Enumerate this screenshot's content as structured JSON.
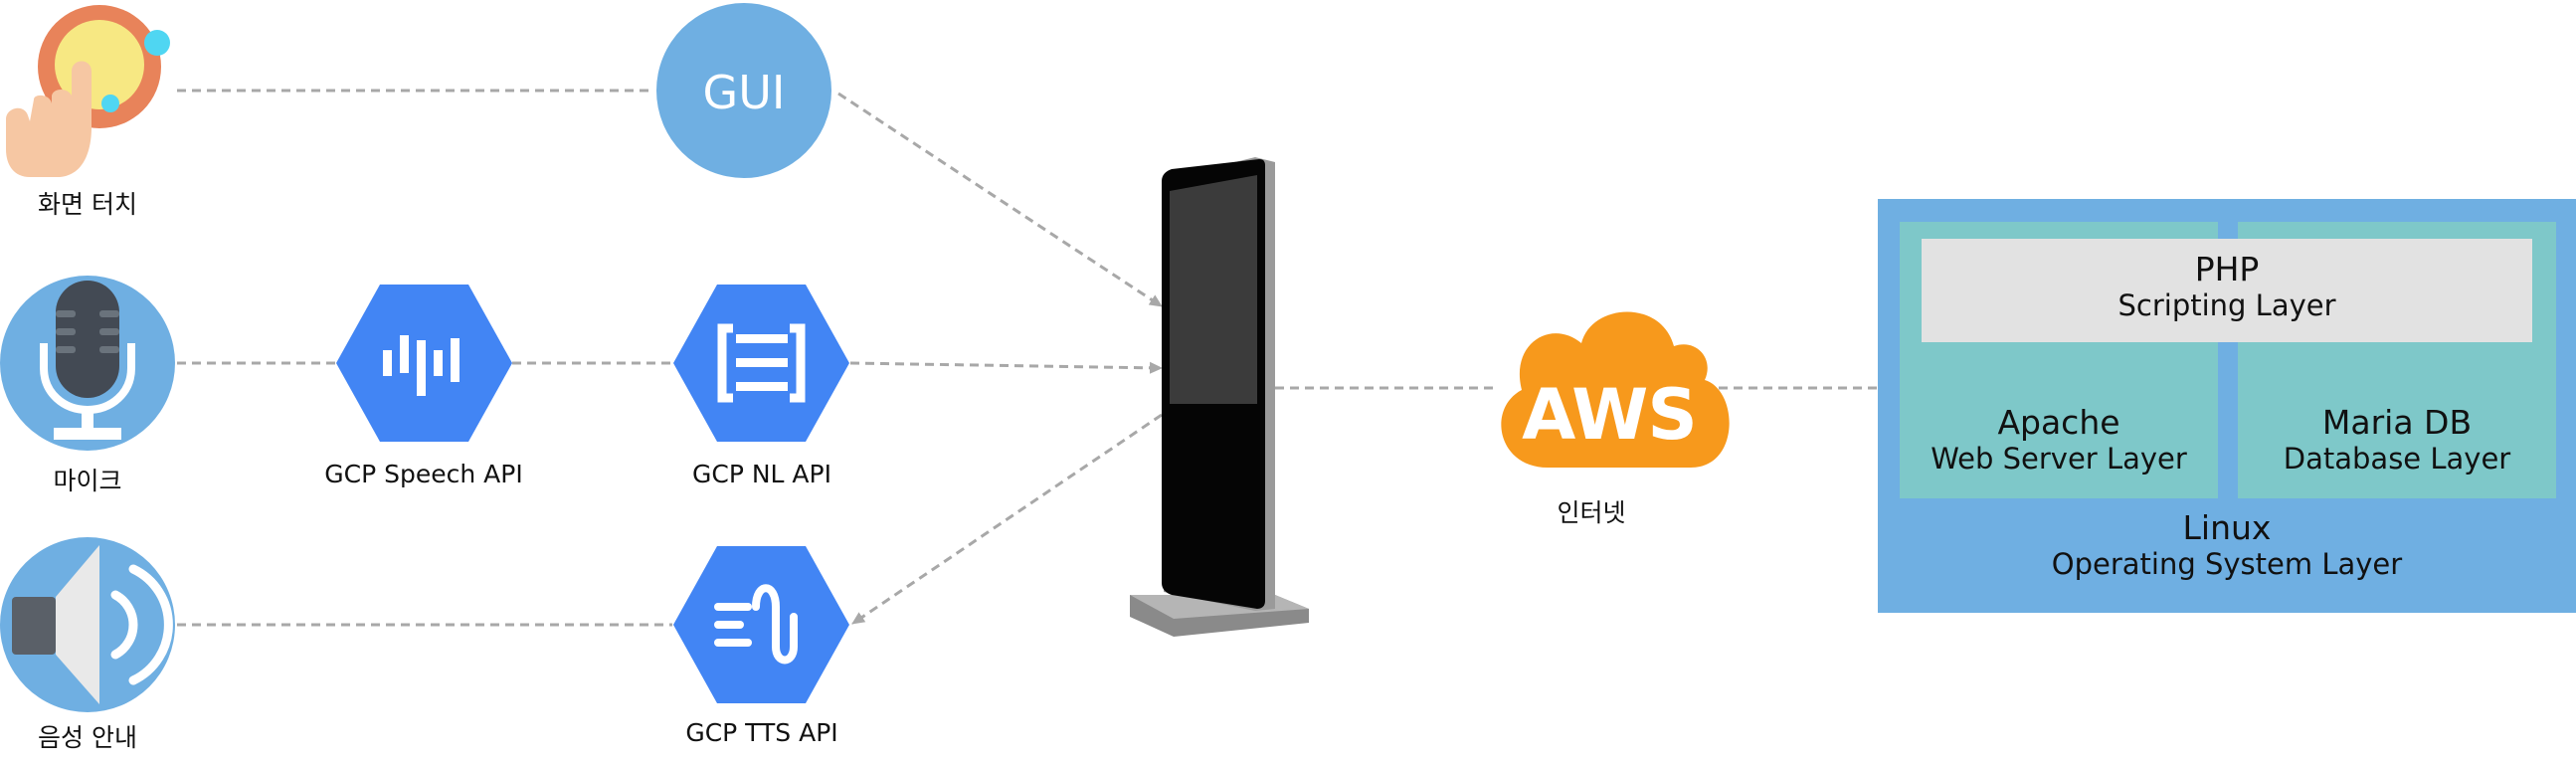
{
  "inputs": {
    "touch_label": "화면 터치",
    "mic_label": "마이크",
    "voice_label": "음성 안내"
  },
  "nodes": {
    "gui_label": "GUI",
    "speech_label": "GCP Speech API",
    "nl_label": "GCP NL API",
    "tts_label": "GCP TTS API",
    "aws_label": "AWS",
    "internet_label": "인터넷"
  },
  "server_stack": {
    "php_title": "PHP",
    "php_sub": "Scripting Layer",
    "apache_title": "Apache",
    "apache_sub": "Web Server Layer",
    "mariadb_title": "Maria DB",
    "mariadb_sub": "Database Layer",
    "linux_title": "Linux",
    "linux_sub": "Operating System Layer"
  },
  "colors": {
    "gcp_blue": "#4285f4",
    "gui_blue": "#6fafe2",
    "aws_orange": "#f7991c",
    "stack_outer": "#6fafe2",
    "stack_inner": "#7ec8c9",
    "php_box": "#e2e2e2",
    "connector": "#a8a8a8"
  }
}
